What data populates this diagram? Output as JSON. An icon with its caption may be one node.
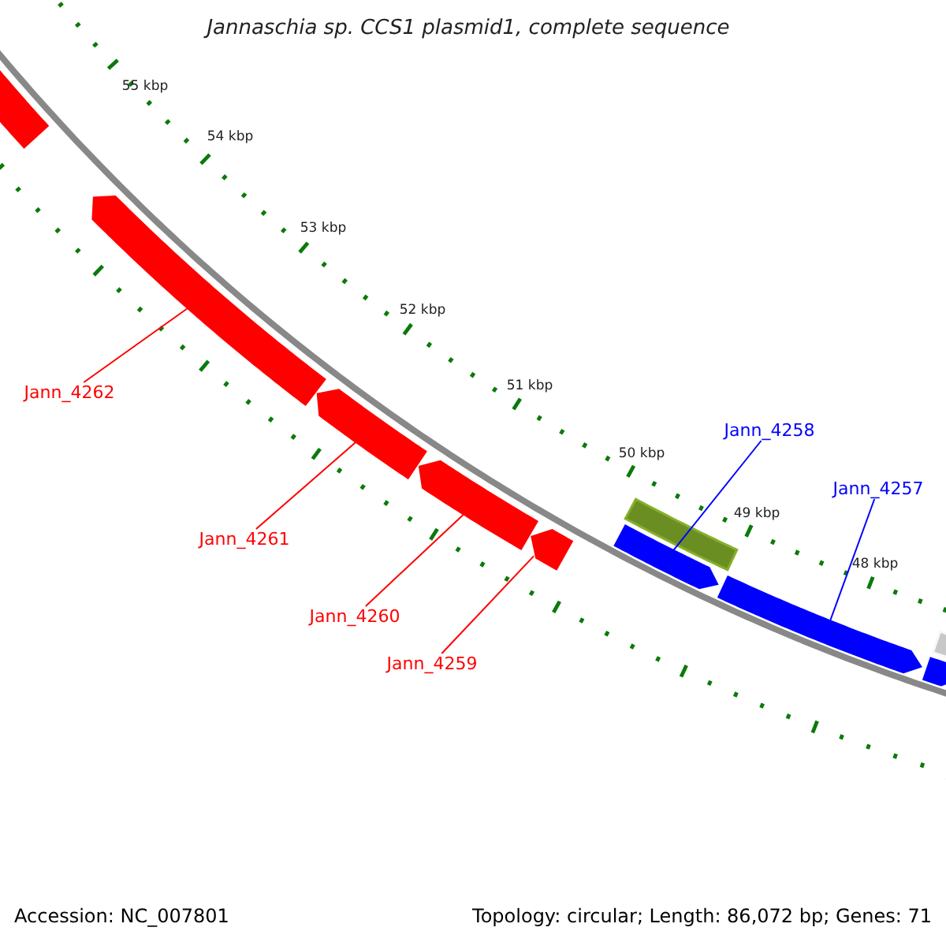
{
  "diagram": {
    "title": "Jannaschia sp. CCS1 plasmid1, complete sequence",
    "nodes": [
      {
        "text": [],
        "shape": "arrow"
      },
      {
        "text": [],
        "shape": "arrow"
      },
      {
        "text": [],
        "shape": "arrow"
      },
      {
        "text": [],
        "shape": "arrow"
      },
      {
        "text": [],
        "shape": "arrow"
      },
      {
        "text": [],
        "shape": "bar"
      },
      {
        "text": [],
        "shape": "arrow"
      },
      {
        "text": [],
        "shape": "arrow"
      },
      {
        "text": [],
        "shape": "bar"
      },
      {
        "text": [],
        "shape": "arrow"
      },
      {
        "text": [
          "Jann_4262"
        ]
      },
      {
        "text": [
          "Jann_4261"
        ]
      },
      {
        "text": [
          "Jann_4260"
        ]
      },
      {
        "text": [
          "Jann_4259"
        ]
      },
      {
        "text": [
          "Jann_4258"
        ]
      },
      {
        "text": [
          "Jann_4257"
        ]
      }
    ],
    "edges": [
      {
        "from": 10,
        "to": 1,
        "arrow": "none"
      },
      {
        "from": 11,
        "to": 2,
        "arrow": "none"
      },
      {
        "from": 12,
        "to": 3,
        "arrow": "none"
      },
      {
        "from": 13,
        "to": 4,
        "arrow": "none"
      },
      {
        "from": 14,
        "to": 6,
        "arrow": "none",
        "color": "#0000ff"
      },
      {
        "from": 15,
        "to": 7,
        "arrow": "none",
        "color": "#0000ff"
      }
    ],
    "labels": [
      "55 kbp",
      "54 kbp",
      "53 kbp",
      "52 kbp",
      "51 kbp",
      "50 kbp",
      "49 kbp",
      "48 kbp",
      "Accession: NC_007801",
      "Topology: circular; Length: 86,072 bp; Genes: 71"
    ]
  }
}
